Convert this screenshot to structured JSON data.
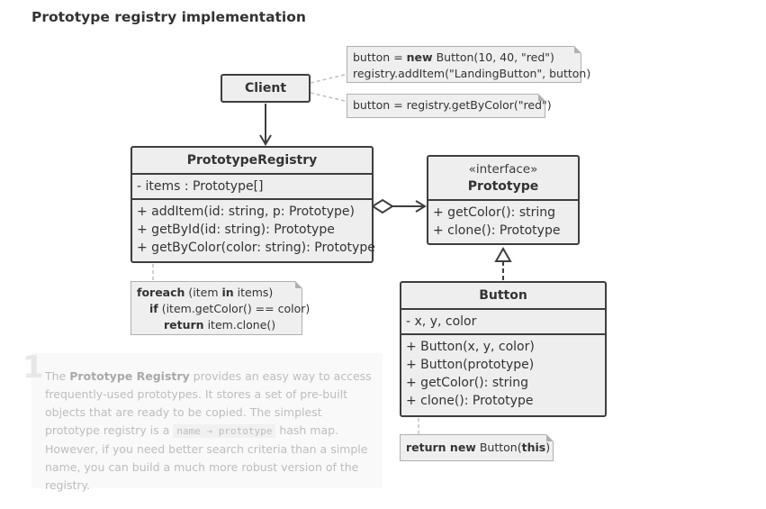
{
  "title": "Prototype registry implementation",
  "client": {
    "name": "Client"
  },
  "registry": {
    "name": "PrototypeRegistry",
    "fields": [
      "- items : Prototype[]"
    ],
    "methods": [
      "+ addItem(id: string, p: Prototype)",
      "+ getById(id: string): Prototype",
      "+ getByColor(color: string): Prototype"
    ]
  },
  "prototype": {
    "stereotype": "«interface»",
    "name": "Prototype",
    "methods": [
      "+ getColor(): string",
      "+ clone(): Prototype"
    ]
  },
  "button": {
    "name": "Button",
    "fields": [
      "- x, y, color"
    ],
    "methods": [
      "+ Button(x, y, color)",
      "+ Button(prototype)",
      "+ getColor(): string",
      "+ clone(): Prototype"
    ]
  },
  "notes": {
    "client1": {
      "l1_a": "button = ",
      "l1_kw": "new",
      "l1_b": " Button(10, 40, \"red\")",
      "l2": "registry.addItem(\"LandingButton\", button)"
    },
    "client2": {
      "text": "button = registry.getByColor(\"red\")"
    },
    "registry": {
      "l1_kw": "foreach",
      "l1_a": " (item ",
      "l1_kw2": "in",
      "l1_b": " items)",
      "l2_kw": "if",
      "l2_a": " (item.getColor() == color)",
      "l3_kw": "return",
      "l3_a": " item.clone()"
    },
    "button": {
      "kw": "return new",
      "a": " Button(",
      "kw2": "this",
      "b": ")"
    }
  },
  "caption": {
    "number": "1",
    "text_a": "The ",
    "bold": "Prototype Registry",
    "text_b": " provides an easy way to access frequently-used prototypes. It stores a set of pre-built objects that are ready to be copied. The simplest prototype registry is a ",
    "code": "name → prototype",
    "text_c": " hash map. However, if you need better search criteria than a simple name, you can build a much more robust version of the registry."
  }
}
